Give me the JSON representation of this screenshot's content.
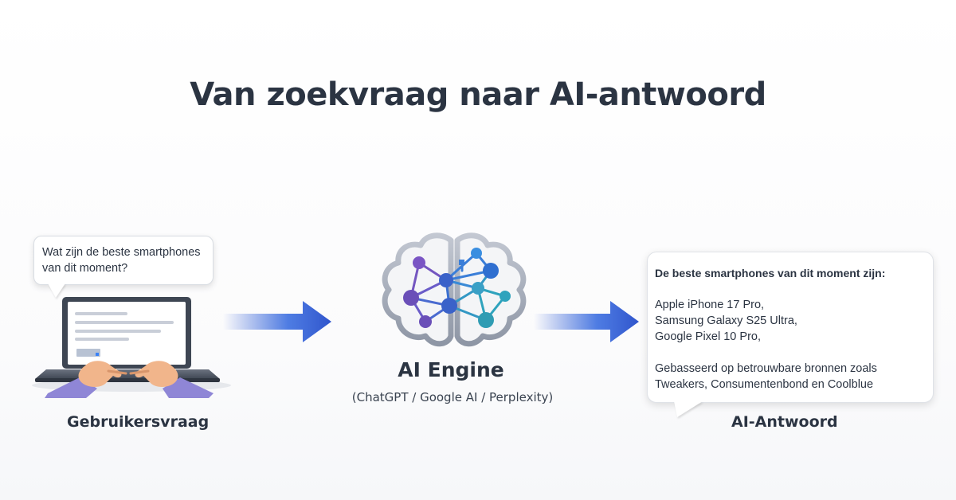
{
  "title": "Van zoekvraag naar AI-antwoord",
  "user": {
    "question_line1": "Wat zijn de beste smartphones",
    "question_line2": "van dit moment?",
    "label": "Gebruikersvraag"
  },
  "engine": {
    "title": "AI Engine",
    "subtitle": "(ChatGPT / Google AI / Perplexity)"
  },
  "answer": {
    "heading": "De beste smartphones van dit moment zijn:",
    "items": [
      "Apple iPhone 17 Pro,",
      "Samsung Galaxy S25 Ultra,",
      "Google Pixel 10 Pro,"
    ],
    "note_line1": "Gebasseerd op betrouwbare bronnen zoals",
    "note_line2": "Tweakers, Consumentenbond en Coolblue",
    "label": "AI-Antwoord"
  },
  "colors": {
    "arrow_blue": "#3b63d6",
    "node_purple": "#6f4fb8",
    "node_blue": "#2f6fd0",
    "node_teal": "#2f9cb3",
    "text_dark": "#2b3442"
  },
  "icons": [
    "speech-bubble-icon",
    "laptop-icon",
    "typing-hands-icon",
    "arrow-right-icon",
    "brain-network-icon",
    "answer-bubble-icon"
  ]
}
